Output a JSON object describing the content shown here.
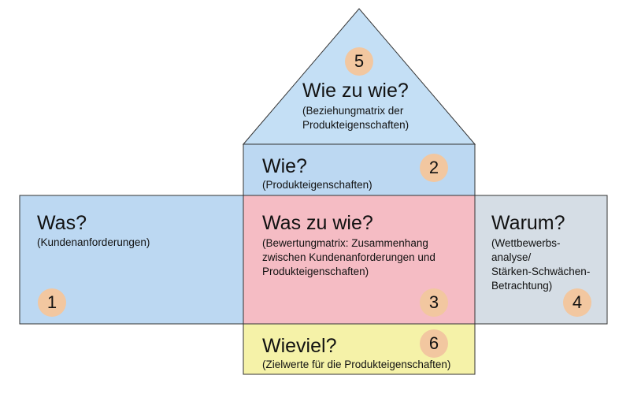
{
  "colors": {
    "roof": "#c4dff5",
    "wie": "#bcd8f2",
    "was": "#bcd8f2",
    "was_zu_wie": "#f5bcc4",
    "warum": "#d5dde5",
    "wieviel": "#f5f2a8",
    "badge": "#f2c7a0",
    "outline": "#333333"
  },
  "sections": {
    "roof": {
      "number": "5",
      "title": "Wie zu wie?",
      "sub": [
        "(Beziehungmatrix der",
        "Produkteigenschaften)"
      ]
    },
    "wie": {
      "number": "2",
      "title": "Wie?",
      "sub": [
        "(Produkteigenschaften)"
      ]
    },
    "was": {
      "number": "1",
      "title": "Was?",
      "sub": [
        "(Kundenanforderungen)"
      ]
    },
    "was_zu_wie": {
      "number": "3",
      "title": "Was zu wie?",
      "sub": [
        "(Bewertungmatrix: Zusammenhang",
        "zwischen Kundenanforderungen und",
        "Produkteigenschaften)"
      ]
    },
    "warum": {
      "number": "4",
      "title": "Warum?",
      "sub": [
        "(Wettbewerbs-",
        "analyse/",
        "Stärken-Schwächen-",
        "Betrachtung)"
      ]
    },
    "wieviel": {
      "number": "6",
      "title": "Wieviel?",
      "sub": [
        "(Zielwerte für die Produkteigenschaften)"
      ]
    }
  }
}
